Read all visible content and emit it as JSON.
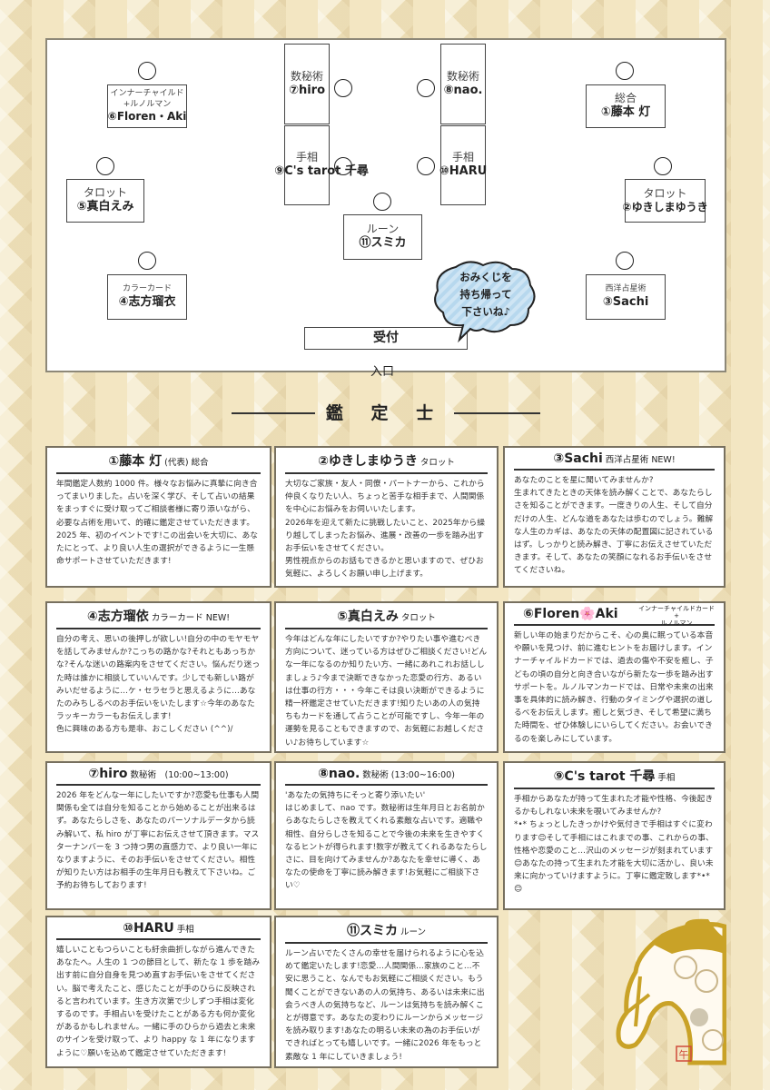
{
  "floor_plan": {
    "booths": [
      {
        "id": "6",
        "genre": "インナーチャイルド\n+ルノルマン",
        "name": "⑥Floren・Aki"
      },
      {
        "id": "7",
        "genre": "数秘術",
        "name": "⑦hiro"
      },
      {
        "id": "8",
        "genre": "数秘術",
        "name": "⑧nao."
      },
      {
        "id": "1",
        "genre": "総合",
        "name": "①藤本 灯"
      },
      {
        "id": "9",
        "genre": "手相",
        "name": "⑨C's tarot 千尋"
      },
      {
        "id": "10",
        "genre": "手相",
        "name": "⑩HARU"
      },
      {
        "id": "5",
        "genre": "タロット",
        "name": "⑤真白えみ"
      },
      {
        "id": "2",
        "genre": "タロット",
        "name": "②ゆきしまゆうき"
      },
      {
        "id": "11",
        "genre": "ルーン",
        "name": "⑪スミカ"
      },
      {
        "id": "4",
        "genre": "カラーカード",
        "name": "④志方瑠衣"
      },
      {
        "id": "3",
        "genre": "西洋占星術",
        "name": "③Sachi"
      }
    ],
    "reception": "受付",
    "entrance": "入口",
    "bubble": "おみくじを\n持ち帰って\n下さいね♪"
  },
  "section_title": "鑑 定 士",
  "cards": [
    {
      "name": "①藤本 灯",
      "sub": "(代表) 総合",
      "body": "年間鑑定人数約 1000 件。様々なお悩みに真摯に向き合ってまいりました。占いを深く学び、そして占いの結果をまっすぐに受け取ってご相談者様に寄り添いながら、必要な占術を用いて、的確に鑑定させていただきます。\n2025 年、初のイベントです!この出会いを大切に、あなたにとって、より良い人生の選択ができるように一生懸命サポートさせていただきます!"
    },
    {
      "name": "②ゆきしまゆうき",
      "sub": "タロット",
      "body": "大切なご家族・友人・同僚・パートナーから、これから仲良くなりたい人、ちょっと苦手な相手まで、人間関係を中心にお悩みをお伺いいたします。\n2026年を迎えて新たに挑戦したいこと、2025年から繰り越してしまったお悩み、進展・改善の一歩を踏み出すお手伝いをさせてください。\n男性視点からのお話もできるかと思いますので、ぜひお気軽に、よろしくお願い申し上げます。"
    },
    {
      "name": "③Sachi",
      "sub": "西洋占星術 NEW!",
      "body": "あなたのことを星に聞いてみませんか?\n生まれてきたときの天体を読み解くことで、あなたらしさを知ることができます。一度きりの人生、そして自分だけの人生、どんな道をあなたは歩むのでしょう。難解な人生のカギは、あなたの天体の配置図に記されているはず。しっかりと読み解き、丁寧にお伝えさせていただきます。そして、あなたの笑顔になれるお手伝いをさせてくださいね。"
    },
    {
      "name": "④志方瑠依",
      "sub": "カラーカード NEW!",
      "body": "自分の考え、思いの後押しが欲しい!自分の中のモヤモヤを話してみませんか?こっちの路かな?それともあっちかな?そんな迷いの路案内をさせてください。悩んだり迷った時は誰かに相談していいんです。少しでも新しい路がみいだせるように…ケ・セラセラと思えるように…あなたのみちしるべのお手伝いをいたします☆今年のあなたラッキーカラーもお伝えします!\n色に興味のある方も是非、おこしください (^^)/"
    },
    {
      "name": "⑤真白えみ",
      "sub": "タロット",
      "body": "今年はどんな年にしたいですか?やりたい事や進むべき方向について、迷っている方はぜひご相談ください!どんな一年になるのか知りたい方、一緒にあれこれお話ししましょう♪今まで決断できなかった恋愛の行方、あるいは仕事の行方・・・今年こそは良い決断ができるように精一杯鑑定させていただきます!知りたいあの人の気持ちもカードを通して占うことが可能ですし、今年一年の運勢を見ることもできますので、お気軽にお越しください♪お待ちしています☆"
    },
    {
      "name": "⑥Floren🌸Aki",
      "sub": "インナーチャイルドカード\n+\nルノルマン",
      "body": "新しい年の始まりだからこそ、心の奥に眠っている本音や願いを見つけ、前に進むヒントをお届けします。インナーチャイルドカードでは、過去の傷や不安を癒し、子どもの頃の自分と向き合いながら新たな一歩を踏み出すサポートを。ルノルマンカードでは、日常や未来の出来事を具体的に読み解き、行動のタイミングや選択の道しるべをお伝えします。癒しと気づき、そして希望に満ちた時間を、ぜひ体験しにいらしてください。お会いできるのを楽しみにしています。"
    },
    {
      "name": "⑦hiro",
      "sub": "数秘術　(10:00~13:00)",
      "body": "2026 年をどんな一年にしたいですか?恋愛も仕事も人間関係も全ては自分を知ることから始めることが出来るはず。あなたらしさを、あなたのパーソナルデータから読み解いて、私 hiro が丁寧にお伝えさせて頂きます。マスターナンバーを 3 つ持つ男の直感力で、より良い一年になりますように、そのお手伝いをさせてください。相性が知りたい方はお相手の生年月日も教えて下さいね。ご予約お待ちしております!"
    },
    {
      "name": "⑧nao.",
      "sub": "数秘術 (13:00~16:00)",
      "body": "'あなたの気持ちにそっと寄り添いたい'\nはじめまして、nao です。数秘術は生年月日とお名前からあなたらしさを教えてくれる素敵な占いです。適職や相性、自分らしさを知ることで今後の未来を生きやすくなるヒントが得られます!数字が教えてくれるあなたらしさに、目を向けてみませんか?あなたを幸せに導く、あなたの使命を丁寧に読み解きます!お気軽にご相談下さい♡"
    },
    {
      "name": "⑨C's tarot  千尋",
      "sub": "手相",
      "body": "手相からあなたが持って生まれた才能や性格、今後起きるかもしれない未来を覗いてみませんか?\n*•* ちょっとしたきっかけや気付きで手相はすぐに変わります😊そして手相にはこれまでの事、これからの事、性格や恋愛のこと…沢山のメッセージが刻まれています😊あなたの持って生まれた才能を大切に活かし、良い未来に向かっていけますように。丁寧に鑑定致します*•* 😊"
    },
    {
      "name": "⑩HARU",
      "sub": "手相",
      "body": "嬉しいこともつらいことも紆余曲折しながら進んできたあなたへ。人生の 1 つの節目として、新たな 1 歩を踏み出す前に自分自身を見つめ直すお手伝いをさせてください。脳で考えたこと、感じたことが手のひらに反映されると言われています。生き方次第で少しずつ手相は変化するのです。手相占いを受けたことがある方も何か変化があるかもしれません。一緒に手のひらから過去と未来のサインを受け取って、より happy な 1 年になりますように♡願いを込めて鑑定させていただきます!"
    },
    {
      "name": "⑪スミカ",
      "sub": "ルーン",
      "body": "ルーン占いでたくさんの幸せを届けられるように心を込めて鑑定いたします!恋愛…人間関係…家族のこと…不安に思うこと、なんでもお気軽にご相談ください。もう聞くことができないあの人の気持ち、あるいは未来に出会うべき人の気持ちなど、ルーンは気持ちを読み解くことが得意です。あなたの変わりにルーンからメッセージを読み取ります!あなたの明るい未来の為のお手伝いができればとっても嬉しいです。一緒に2026 年をもっと素敵な 1 年にしていきましょう!"
    }
  ],
  "stamp_text": "午",
  "colors": {
    "background": "#f3e6c2",
    "bubble": "#b7d8ee",
    "gold": "#c9a227"
  }
}
